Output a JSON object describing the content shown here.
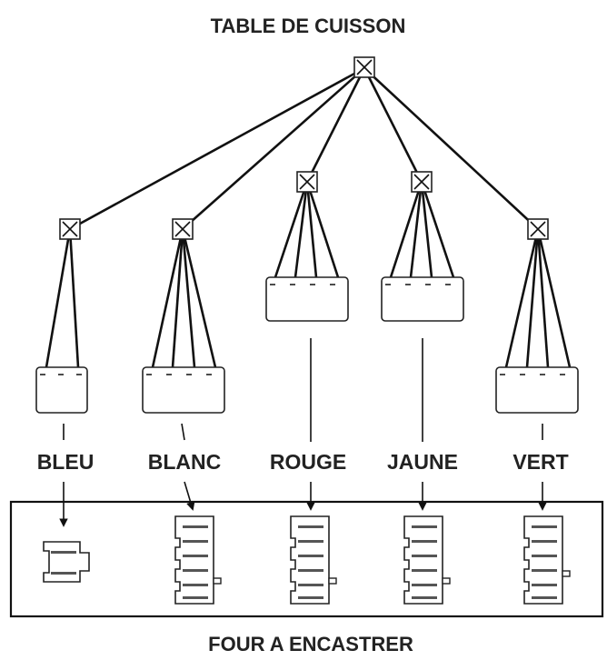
{
  "title": "TABLE DE CUISSON",
  "footer": "FOUR A ENCASTRER",
  "wires": [
    {
      "id": "bleu",
      "label": "BLEU",
      "pins": 2
    },
    {
      "id": "blanc",
      "label": "BLANC",
      "pins": 4
    },
    {
      "id": "rouge",
      "label": "ROUGE",
      "pins": 4
    },
    {
      "id": "jaune",
      "label": "JAUNE",
      "pins": 4
    },
    {
      "id": "vert",
      "label": "VERT",
      "pins": 4
    }
  ],
  "colors": {
    "line": "#111111",
    "text": "#222222",
    "background": "#ffffff"
  }
}
